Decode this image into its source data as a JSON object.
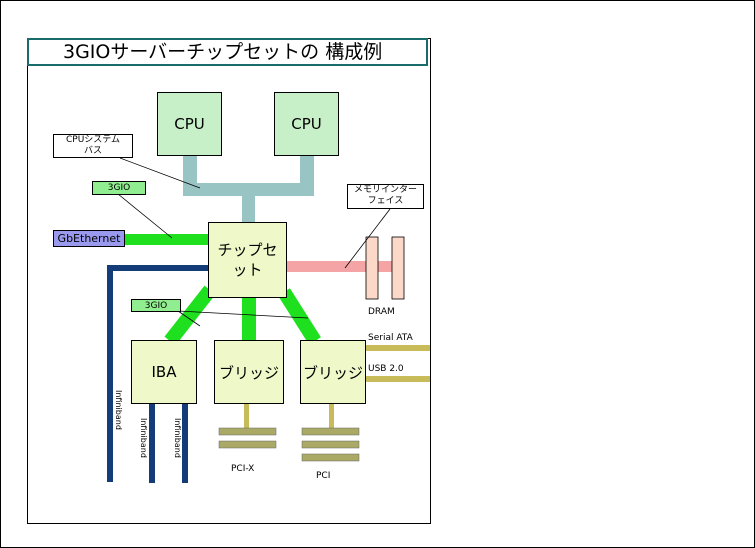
{
  "title": "3GIOサーバーチップセットの 構成例",
  "nodes": {
    "cpu1": "CPU",
    "cpu2": "CPU",
    "chipset": "チップセット",
    "iba": "IBA",
    "bridge1": "ブリッジ",
    "bridge2": "ブリッジ"
  },
  "callouts": {
    "cpu_bus": "CPUシステム\nバス",
    "memory_if": "メモリインター\nフェイス",
    "gio_top": "3GIO",
    "gio_mid": "3GIO",
    "gbethernet": "GbEthernet"
  },
  "labels": {
    "dram": "DRAM",
    "serial_ata": "Serial ATA",
    "usb": "USB 2.0",
    "pcix": "PCI-X",
    "pci": "PCI",
    "infiniband1": "Infiniband",
    "infiniband2": "Infiniband",
    "infiniband3": "Infiniband"
  },
  "colors": {
    "cpu_fill": "#c8f0c8",
    "chip_fill": "#eef8c8",
    "cpu_bus": "#99c4c4",
    "gio_link": "#1ee01e",
    "memory_bus": "#f4a4a4",
    "dram_fill": "#fcd8c8",
    "infiniband": "#143c78",
    "serial": "#c8bc5a",
    "pci_slot": "#aaaa66"
  }
}
